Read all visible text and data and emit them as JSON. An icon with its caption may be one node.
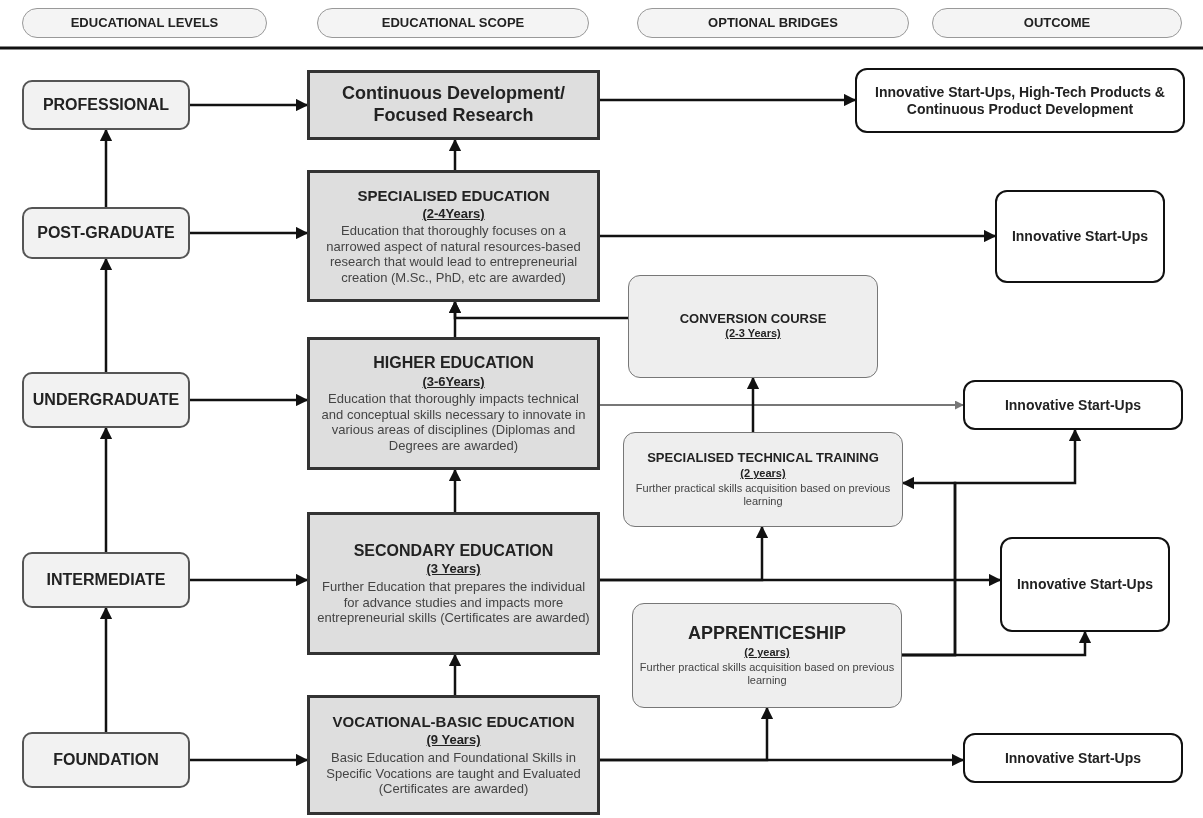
{
  "diagram": {
    "nodes": [
      {
        "text": [
          "EDUCATIONAL LEVELS"
        ]
      },
      {
        "text": [
          "EDUCATIONAL SCOPE"
        ]
      },
      {
        "text": [
          "OPTIONAL BRIDGES"
        ]
      },
      {
        "text": [
          "OUTCOME"
        ]
      },
      {
        "text": [
          "PROFESSIONAL"
        ]
      },
      {
        "text": [
          "POST-GRADUATE"
        ]
      },
      {
        "text": [
          "UNDERGRADUATE"
        ]
      },
      {
        "text": [
          "INTERMEDIATE"
        ]
      },
      {
        "text": [
          "FOUNDATION"
        ]
      },
      {
        "text": [
          "Continuous Development/ Focused Research"
        ]
      },
      {
        "text": [
          "SPECIALISED EDUCATION",
          "(2-4Years)",
          "Education that thoroughly focuses on a narrowed aspect of natural resources-based research that would lead to entrepreneurial creation (M.Sc., PhD, etc are awarded)"
        ]
      },
      {
        "text": [
          "HIGHER EDUCATION",
          "(3-6Years)",
          "Education that thoroughly impacts technical and conceptual skills necessary to innovate in various areas of disciplines (Diplomas and Degrees are awarded)"
        ]
      },
      {
        "text": [
          "SECONDARY EDUCATION",
          "(3 Years)",
          "Further Education that prepares the individual for advance studies and impacts more entrepreneurial skills (Certificates are awarded)"
        ]
      },
      {
        "text": [
          "VOCATIONAL-BASIC EDUCATION",
          "(9 Years)",
          "Basic Education and Foundational Skills in Specific Vocations are taught and Evaluated (Certificates are awarded)"
        ]
      },
      {
        "text": [
          "CONVERSION COURSE",
          "(2-3 Years)"
        ]
      },
      {
        "text": [
          "SPECIALISED TECHNICAL TRAINING",
          "(2 years)",
          "Further practical skills acquisition based on previous learning"
        ]
      },
      {
        "text": [
          "APPRENTICESHIP",
          "(2 years)",
          "Further practical skills acquisition based on previous learning"
        ]
      },
      {
        "text": [
          "Innovative Start-Ups, High-Tech Products & Continuous Product Development"
        ]
      },
      {
        "text": [
          "Innovative Start-Ups"
        ]
      },
      {
        "text": [
          "Innovative Start-Ups"
        ]
      },
      {
        "text": [
          "Innovative Start-Ups"
        ]
      },
      {
        "text": [
          "Innovative Start-Ups"
        ]
      }
    ],
    "edges": [
      {
        "from": 8,
        "to": 7,
        "arrow": "to"
      },
      {
        "from": 7,
        "to": 6,
        "arrow": "to"
      },
      {
        "from": 6,
        "to": 5,
        "arrow": "to"
      },
      {
        "from": 5,
        "to": 4,
        "arrow": "to"
      },
      {
        "from": 4,
        "to": 9,
        "arrow": "to"
      },
      {
        "from": 5,
        "to": 10,
        "arrow": "to"
      },
      {
        "from": 6,
        "to": 11,
        "arrow": "to"
      },
      {
        "from": 7,
        "to": 12,
        "arrow": "to"
      },
      {
        "from": 8,
        "to": 13,
        "arrow": "to"
      },
      {
        "from": 13,
        "to": 12,
        "arrow": "to"
      },
      {
        "from": 12,
        "to": 11,
        "arrow": "to"
      },
      {
        "from": 11,
        "to": 10,
        "arrow": "to"
      },
      {
        "from": 10,
        "to": 9,
        "arrow": "to"
      },
      {
        "from": 9,
        "to": 17,
        "arrow": "to"
      },
      {
        "from": 10,
        "to": 18,
        "arrow": "to"
      },
      {
        "from": 11,
        "to": 19,
        "arrow": "to",
        "color": "#777777"
      },
      {
        "from": 14,
        "to": 10,
        "arrow": "to"
      },
      {
        "from": 15,
        "to": 14,
        "arrow": "to"
      },
      {
        "from": 12,
        "to": 15,
        "arrow": "to"
      },
      {
        "from": 12,
        "to": 20,
        "arrow": "to"
      },
      {
        "from": 13,
        "to": 16,
        "arrow": "to"
      },
      {
        "from": 13,
        "to": 21,
        "arrow": "to"
      },
      {
        "from": 16,
        "to": 20,
        "arrow": "to"
      },
      {
        "from": 16,
        "to": 15,
        "arrow": "to"
      },
      {
        "from": 16,
        "to": 19,
        "arrow": "to"
      }
    ]
  }
}
